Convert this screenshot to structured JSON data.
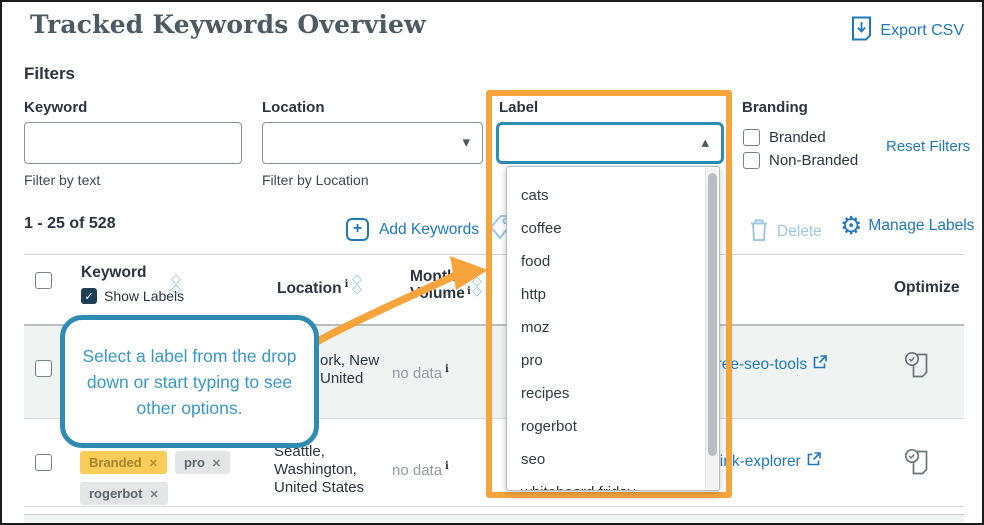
{
  "header": {
    "title": "Tracked Keywords Overview",
    "export_label": "Export CSV"
  },
  "filters": {
    "heading": "Filters",
    "keyword": {
      "label": "Keyword",
      "helper": "Filter by text",
      "value": ""
    },
    "location": {
      "label": "Location",
      "helper": "Filter by Location",
      "value": ""
    },
    "label": {
      "label": "Label",
      "value": "",
      "options": [
        "cats",
        "coffee",
        "food",
        "http",
        "moz",
        "pro",
        "recipes",
        "rogerbot",
        "seo"
      ],
      "clipped_option": "whiteboard friday"
    },
    "branding": {
      "label": "Branding",
      "option_branded": "Branded",
      "option_non_branded": "Non-Branded"
    },
    "reset_label": "Reset Filters"
  },
  "toolbar": {
    "count": "1 - 25 of 528",
    "add_keywords_label": "Add Keywords",
    "delete_label": "Delete",
    "manage_labels_label": "Manage Labels"
  },
  "table": {
    "header": {
      "keyword": "Keyword",
      "show_labels": "Show Labels",
      "location": "Location",
      "monthly_volume": "Monthly Volume",
      "optimize": "Optimize"
    },
    "rows": [
      {
        "location_lines": [
          "ork, New",
          "United"
        ],
        "volume": "no data",
        "url": "/free-seo-tools"
      },
      {
        "labels": [
          {
            "text": "Branded",
            "variant": "amber"
          },
          {
            "text": "pro",
            "variant": "gray"
          },
          {
            "text": "rogerbot",
            "variant": "gray"
          }
        ],
        "location_lines": [
          "Seattle,",
          "Washington,",
          "United States"
        ],
        "volume": "no data",
        "url": "/link-explorer"
      }
    ]
  },
  "callout": {
    "text": "Select a label from the drop down or start typing to see other options."
  },
  "colors": {
    "link_blue": "#1e78be",
    "teal": "#2e8bb1",
    "highlight_orange": "#f7a43d",
    "chip_amber": "#f9cd58",
    "row_alt_bg": "#eff4f3",
    "disabled_blue": "#9ec7e2"
  }
}
